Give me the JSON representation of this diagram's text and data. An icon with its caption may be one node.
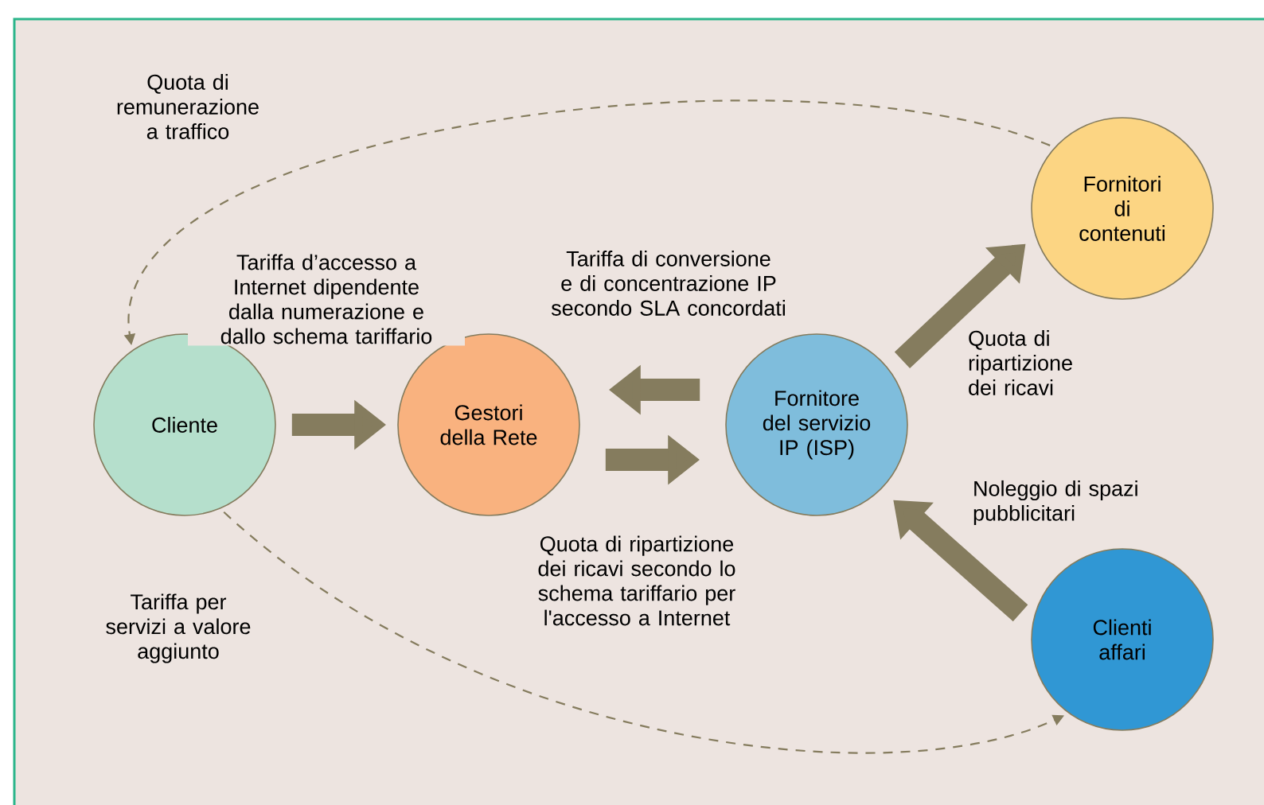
{
  "diagram": {
    "nodes": [
      {
        "text": [
          "Cliente"
        ]
      },
      {
        "text": [
          "Gestori della Rete"
        ]
      },
      {
        "text": [
          "Fornitore del servizio IP (ISP)"
        ]
      },
      {
        "text": [
          "Fornitori di contenuti"
        ]
      },
      {
        "text": [
          "Clienti affari"
        ]
      }
    ],
    "edges": [
      {
        "from": 0,
        "to": 1,
        "arrow": "to",
        "label": "Tariffa d’accesso a Internet dipendente dalla numerazione e dallo schema tariffario"
      },
      {
        "from": 2,
        "to": 1,
        "arrow": "to",
        "label": "Tariffa di conversione e di concentrazione IP secondo SLA concordati"
      },
      {
        "from": 1,
        "to": 2,
        "arrow": "to",
        "label": "Quota di ripartizione dei ricavi secondo lo schema tariffario per l'accesso a Internet"
      },
      {
        "from": 2,
        "to": 3,
        "arrow": "to",
        "label": "Quota di ripartizione dei ricavi"
      },
      {
        "from": 4,
        "to": 2,
        "arrow": "to",
        "label": "Noleggio di spazi pubblicitari"
      },
      {
        "from": 3,
        "to": 0,
        "arrow": "to",
        "style": "dashed",
        "label": "Quota di remunerazione a traffico"
      },
      {
        "from": 0,
        "to": 4,
        "arrow": "to",
        "style": "dashed",
        "label": "Tariffa per servizi a valore aggiunto"
      }
    ]
  }
}
